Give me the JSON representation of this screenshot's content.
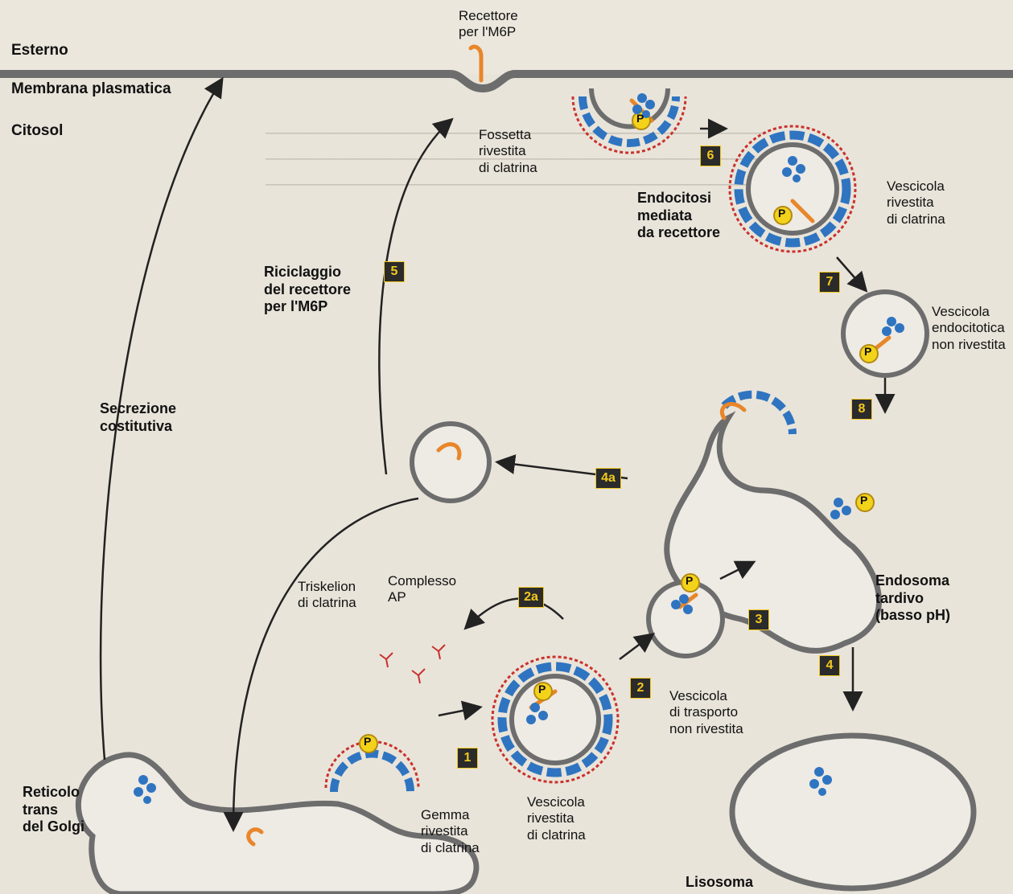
{
  "regions": {
    "exterior": "Esterno",
    "membrane": "Membrana plasmatica",
    "cytosol": "Citosol"
  },
  "labels": {
    "m6p_receptor": "Recettore\nper l'M6P",
    "coated_pit": "Fossetta\nrivestita\ndi clatrina",
    "receptor_endocytosis": "Endocitosi\nmediata\nda recettore",
    "coated_vesicle_top": "Vescicola\nrivestita\ndi clatrina",
    "uncoated_endocytic": "Vescicola\nendocitotica\nnon rivestita",
    "m6p_recycling": "Riciclaggio\ndel recettore\nper l'M6P",
    "constitutive_secretion": "Secrezione\ncostitutiva",
    "ap_complex": "Complesso\nAP",
    "triskelion": "Triskelion\ndi clatrina",
    "late_endosome": "Endosoma\ntardivo\n(basso pH)",
    "uncoated_transport": "Vescicola\ndi trasporto\nnon rivestita",
    "coated_vesicle_bottom": "Vescicola\nrivestita\ndi clatrina",
    "coated_bud": "Gemma\nrivestita\ndi clatrina",
    "trans_golgi": "Reticolo\ntrans\ndel Golgi",
    "lysosome": "Lisosoma"
  },
  "steps": [
    "1",
    "2",
    "2a",
    "3",
    "4",
    "4a",
    "5",
    "6",
    "7",
    "8"
  ],
  "phosphate": "P",
  "colors": {
    "background": "#e9e4da",
    "membrane": "#6d6d6d",
    "coat_blue": "#2f74c0",
    "clathrin_red": "#c9322c",
    "receptor_orange": "#e8862a",
    "phosphate_yellow": "#f3d21a",
    "step_box": "#2b2b2b"
  }
}
